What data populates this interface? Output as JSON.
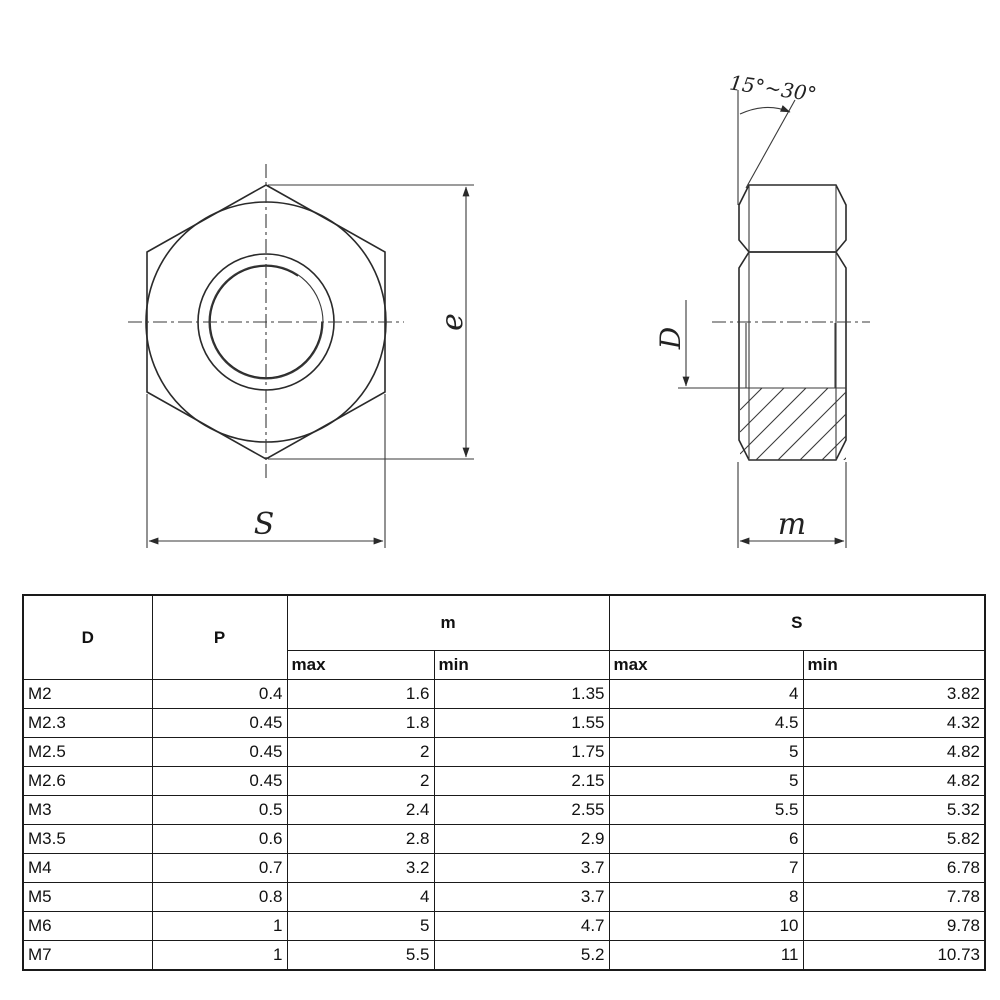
{
  "drawing": {
    "labels": {
      "across_flats": "S",
      "across_corners": "e",
      "thread_diameter": "D",
      "thickness": "m",
      "chamfer_angle": "15°~30°"
    }
  },
  "table": {
    "headers": {
      "d": "D",
      "p": "P",
      "m": "m",
      "s": "S",
      "m_max": "max",
      "m_min": "min",
      "s_max": "max",
      "s_min": "min"
    },
    "rows": [
      {
        "d": "M2",
        "p": "0.4",
        "m_max": "1.6",
        "m_min": "1.35",
        "s_max": "4",
        "s_min": "3.82"
      },
      {
        "d": "M2.3",
        "p": "0.45",
        "m_max": "1.8",
        "m_min": "1.55",
        "s_max": "4.5",
        "s_min": "4.32"
      },
      {
        "d": "M2.5",
        "p": "0.45",
        "m_max": "2",
        "m_min": "1.75",
        "s_max": "5",
        "s_min": "4.82"
      },
      {
        "d": "M2.6",
        "p": "0.45",
        "m_max": "2",
        "m_min": "2.15",
        "s_max": "5",
        "s_min": "4.82"
      },
      {
        "d": "M3",
        "p": "0.5",
        "m_max": "2.4",
        "m_min": "2.55",
        "s_max": "5.5",
        "s_min": "5.32"
      },
      {
        "d": "M3.5",
        "p": "0.6",
        "m_max": "2.8",
        "m_min": "2.9",
        "s_max": "6",
        "s_min": "5.82"
      },
      {
        "d": "M4",
        "p": "0.7",
        "m_max": "3.2",
        "m_min": "3.7",
        "s_max": "7",
        "s_min": "6.78"
      },
      {
        "d": "M5",
        "p": "0.8",
        "m_max": "4",
        "m_min": "3.7",
        "s_max": "8",
        "s_min": "7.78"
      },
      {
        "d": "M6",
        "p": "1",
        "m_max": "5",
        "m_min": "4.7",
        "s_max": "10",
        "s_min": "9.78"
      },
      {
        "d": "M7",
        "p": "1",
        "m_max": "5.5",
        "m_min": "5.2",
        "s_max": "11",
        "s_min": "10.73"
      }
    ]
  }
}
